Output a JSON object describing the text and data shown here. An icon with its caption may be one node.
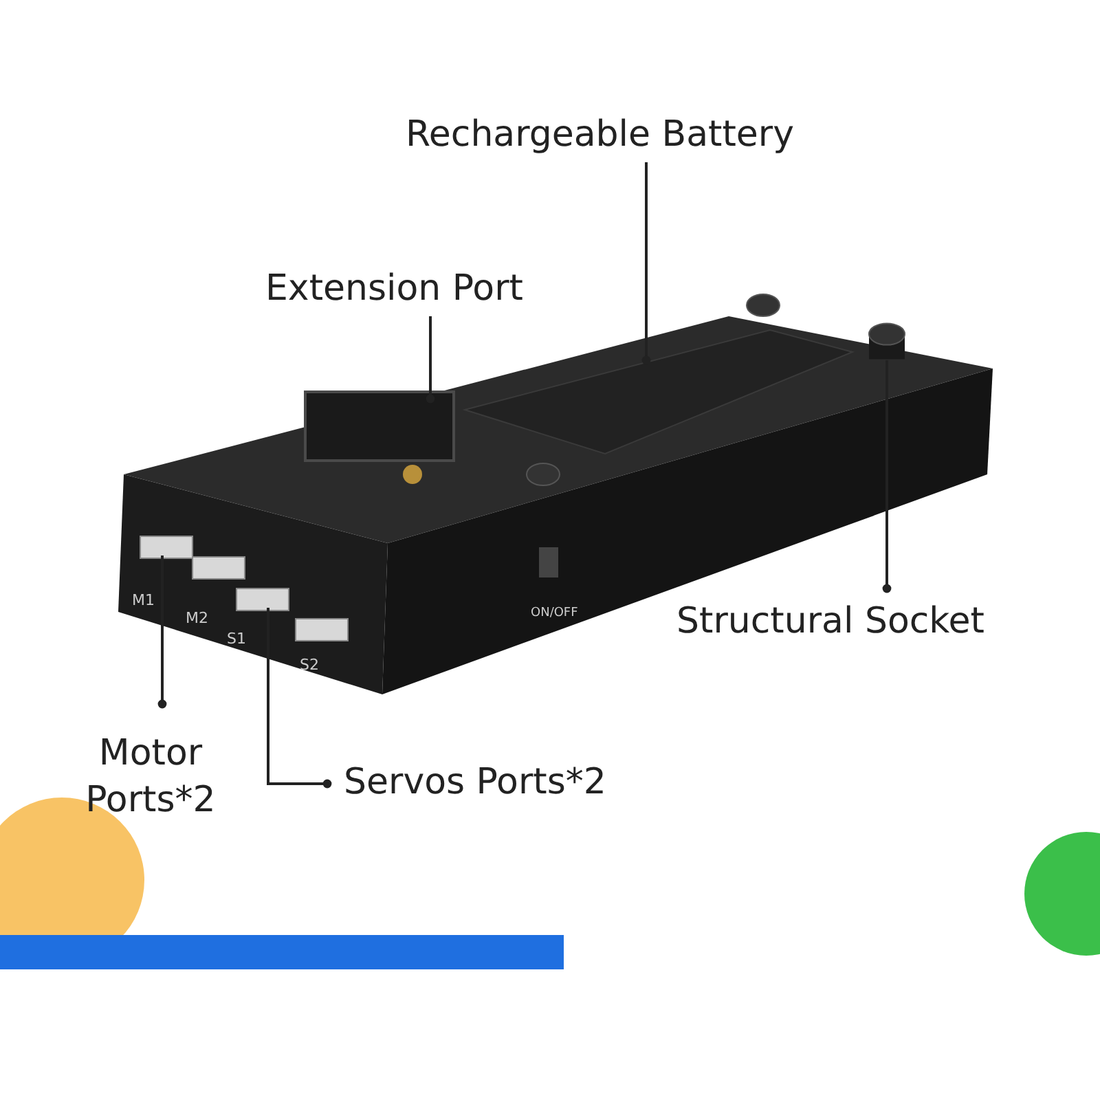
{
  "diagram": {
    "nodes": [
      {
        "text": [
          "Rechargeable Battery"
        ]
      },
      {
        "text": [],
        "shape": "box"
      },
      {
        "text": [
          "Extension Port"
        ]
      },
      {
        "text": [],
        "shape": "box"
      },
      {
        "text": [
          "Structural Socket"
        ]
      },
      {
        "text": [],
        "shape": "cylinder"
      },
      {
        "text": [
          "Motor Ports*2"
        ]
      },
      {
        "text": [],
        "shape": "bar"
      },
      {
        "text": [
          "Servos Ports*2"
        ]
      },
      {
        "text": [],
        "shape": "bar"
      }
    ],
    "edges": [
      {
        "from": 0,
        "to": 1,
        "arrow": "other"
      },
      {
        "from": 2,
        "to": 3,
        "arrow": "other"
      },
      {
        "from": 4,
        "to": 5,
        "arrow": "other"
      },
      {
        "from": 6,
        "to": 7,
        "arrow": "other"
      },
      {
        "from": 8,
        "to": 9,
        "arrow": "other"
      }
    ],
    "labels": [
      "M1",
      "M2",
      "S1",
      "S2",
      "ON/OFF"
    ]
  }
}
